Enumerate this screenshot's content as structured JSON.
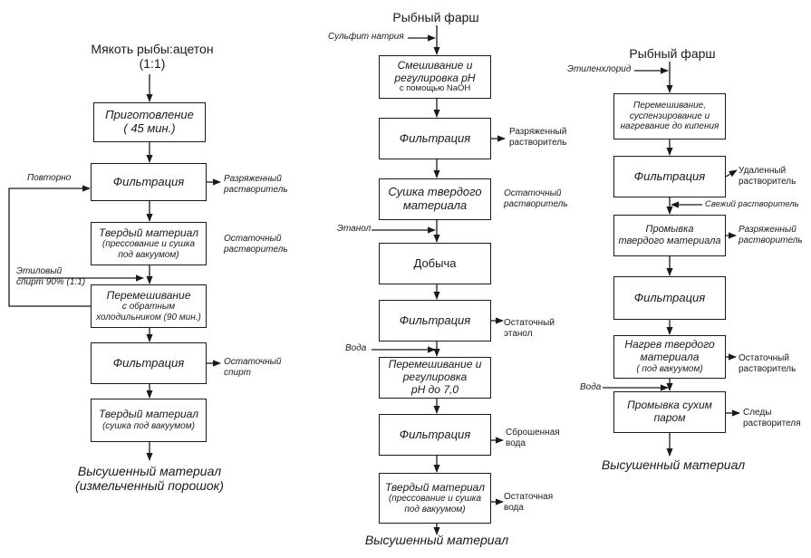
{
  "left": {
    "start": [
      "Мякоть рыбы:ацетон",
      "(1:1)"
    ],
    "boxes": [
      {
        "lines": [
          "Приготовление",
          "( 45 мин.)"
        ]
      },
      {
        "lines": [
          "Фильтрация"
        ]
      },
      {
        "lines": [
          "Твердый материал",
          "(прессование и сушка",
          "под вакуумом)"
        ]
      },
      {
        "lines": [
          "Перемешивание",
          "с обратным",
          "холодильником (90 мин.)"
        ]
      },
      {
        "lines": [
          "Фильтрация"
        ]
      },
      {
        "lines": [
          "Твердый материал",
          "(сушка под вакуумом)"
        ]
      }
    ],
    "side": {
      "recycle": "Повторно",
      "out1": [
        "Разряженный",
        "растворитель"
      ],
      "out2": [
        "Остаточный",
        "растворитель"
      ],
      "ethanol": [
        "Этиловый",
        "спирт 90% (1:1)"
      ],
      "out3": [
        "Остаточный",
        "спирт"
      ]
    },
    "end": [
      "Высушенный материал",
      "(измельченный порошок)"
    ]
  },
  "middle": {
    "start": "Рыбный фарш",
    "boxes": [
      {
        "lines": [
          "Смешивание и",
          "регулировка pH",
          "с помощью NaOH"
        ]
      },
      {
        "lines": [
          "Фильтрация"
        ]
      },
      {
        "lines": [
          "Сушка твердого",
          "материала"
        ]
      },
      {
        "lines": [
          "Добыча"
        ]
      },
      {
        "lines": [
          "Фильтрация"
        ]
      },
      {
        "lines": [
          "Перемешивание и",
          "регулировка",
          "pH до 7,0"
        ]
      },
      {
        "lines": [
          "Фильтрация"
        ]
      },
      {
        "lines": [
          "Твердый материал",
          "(прессование и сушка",
          "под вакуумом)"
        ]
      }
    ],
    "side": {
      "sulfite": "Сульфит натрия",
      "out1": [
        "Разряженный",
        "растворитель"
      ],
      "out2": [
        "Остаточный",
        "растворитель"
      ],
      "ethanol": "Этанол",
      "out3": [
        "Остаточный",
        "этанол"
      ],
      "water": "Вода",
      "out4": [
        "Сброшенная",
        "вода"
      ],
      "out5": [
        "Остаточная",
        "вода"
      ]
    },
    "end": "Высушенный материал"
  },
  "right": {
    "start": "Рыбный фарш",
    "boxes": [
      {
        "lines": [
          "Перемешивание,",
          "суспензирование и",
          "нагревание до кипения"
        ]
      },
      {
        "lines": [
          "Фильтрация"
        ]
      },
      {
        "lines": [
          "Промывка",
          "твердого материала"
        ]
      },
      {
        "lines": [
          "Фильтрация"
        ]
      },
      {
        "lines": [
          "Нагрев твердого",
          "материала",
          "( под вакуумом)"
        ]
      },
      {
        "lines": [
          "Промывка сухим",
          "паром"
        ]
      }
    ],
    "side": {
      "ethylene": "Этиленхлорид",
      "out1": [
        "Удаленный",
        "растворитель"
      ],
      "fresh": "Свежий растворитель",
      "out2": [
        "Разряженный",
        "растворитель"
      ],
      "out3": [
        "Остаточный",
        "растворитель"
      ],
      "water": "Вода",
      "out4": [
        "Следы",
        "растворителя"
      ]
    },
    "end": "Высушенный материал"
  }
}
